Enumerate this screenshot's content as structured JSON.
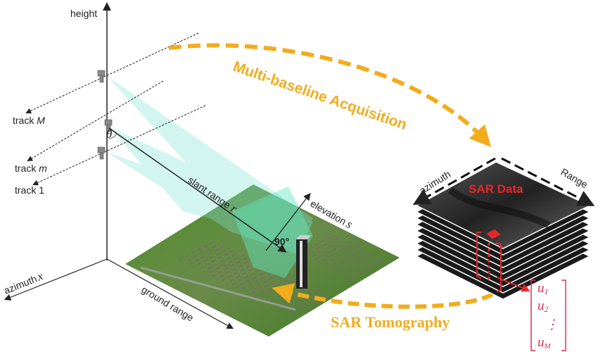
{
  "axes": {
    "height": "height",
    "azimuth": "azimuth",
    "azimuth_symbol": "x",
    "ground_range": "ground range",
    "slant_range": "slant range",
    "slant_range_symbol": "r",
    "elevation": "elevation",
    "elevation_symbol": "s",
    "theta": "θ",
    "right_angle": "90°"
  },
  "tracks": [
    {
      "prefix": "track",
      "suffix": "M"
    },
    {
      "prefix": "track",
      "suffix": "m"
    },
    {
      "prefix": "track 1",
      "suffix": ""
    }
  ],
  "arrows": {
    "acquisition": "Multi-baseline Acquisition",
    "tomography": "SAR Tomography"
  },
  "sar_stack": {
    "title": "SAR Data",
    "azimuth": "azimuth",
    "range": "Range"
  },
  "vector": [
    "u",
    "1",
    "u",
    "2",
    "⋮",
    "u",
    "M"
  ],
  "colors": {
    "orange": "#f2ac1c",
    "red": "#e8262a",
    "beam": "#7fe3d4",
    "vector": "#e0305a"
  }
}
